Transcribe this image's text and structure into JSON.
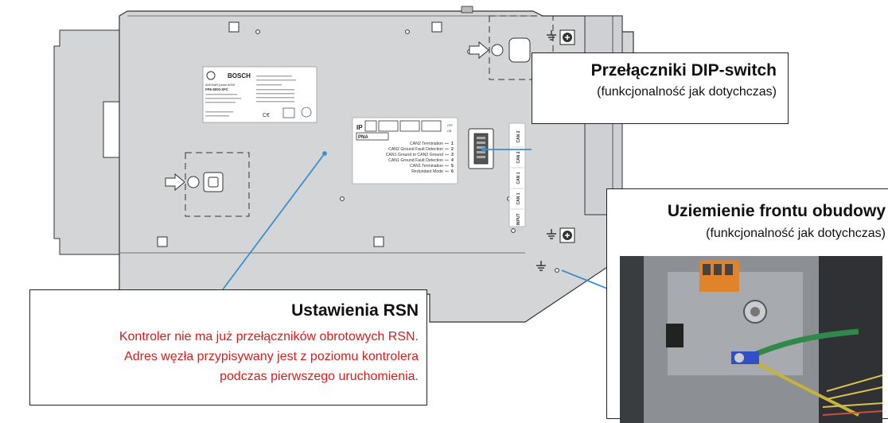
{
  "label_sticker": {
    "brand": "BOSCH",
    "model": "AVENAR panel 8000",
    "part": "FPE-8000-SPC"
  },
  "rsn_sticker": {
    "ip_label": "IP",
    "pna_label": "PNA",
    "off_label": "OFF",
    "on_label": "ON",
    "switches": [
      {
        "label": "CAN2 Termination",
        "num": "1"
      },
      {
        "label": "CAN2 Ground Fault Detection",
        "num": "2"
      },
      {
        "label": "CAN1 Ground to CAN2 Ground",
        "num": "3"
      },
      {
        "label": "CAN1 Ground Fault Detection",
        "num": "4"
      },
      {
        "label": "CAN1 Termination",
        "num": "5"
      },
      {
        "label": "Redundant Mode",
        "num": "6"
      }
    ]
  },
  "connector_labels": [
    "CAN 2",
    "CAN 2",
    "CAN 1",
    "CAN 1",
    "INPUT"
  ],
  "callouts": {
    "dip": {
      "title": "Przełączniki DIP-switch",
      "subtitle": "(funkcjonalność jak dotychczas)"
    },
    "ground": {
      "title": "Uziemienie frontu obudowy",
      "subtitle": "(funkcjonalność jak dotychczas)"
    },
    "rsn": {
      "title": "Ustawienia RSN",
      "lines": [
        "Kontroler nie ma już przełączników obrotowych RSN.",
        "Adres węzła przypisywany jest z poziomu kontrolera",
        "podczas pierwszego uruchomienia."
      ]
    }
  },
  "colors": {
    "panel": "#d4d5d7",
    "leader": "#3a8fd1",
    "note_red": "#e01a1a"
  }
}
